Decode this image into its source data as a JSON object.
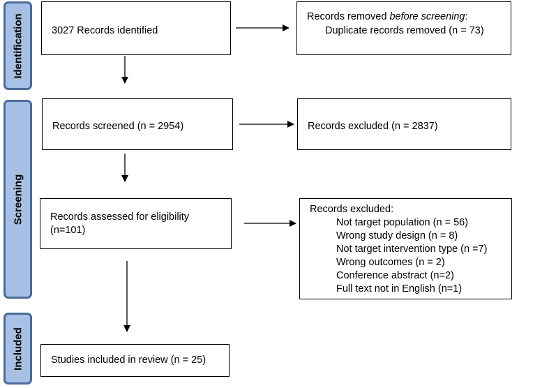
{
  "phases": {
    "identification": "Identification",
    "screening": "Screening",
    "included": "Included"
  },
  "boxes": {
    "identified": "3027 Records identified",
    "removed_title_pre": "Records removed ",
    "removed_title_em": "before screening",
    "removed_title_post": ":",
    "removed_item": "Duplicate records removed  (n = 73)",
    "screened": "Records screened (n = 2954)",
    "excluded1": "Records excluded (n = 2837)",
    "eligibility_line1": "Records assessed for eligibility",
    "eligibility_line2": "(n=101)",
    "excluded2_title": "Records excluded:",
    "excluded2_items": [
      "Not target population (n = 56)",
      "Wrong study design (n = 8)",
      "Not target intervention type (n =7)",
      "Wrong outcomes (n = 2)",
      "Conference abstract (n=2)",
      "Full text not in English (n=1)"
    ],
    "included": "Studies included in review (n = 25)"
  }
}
